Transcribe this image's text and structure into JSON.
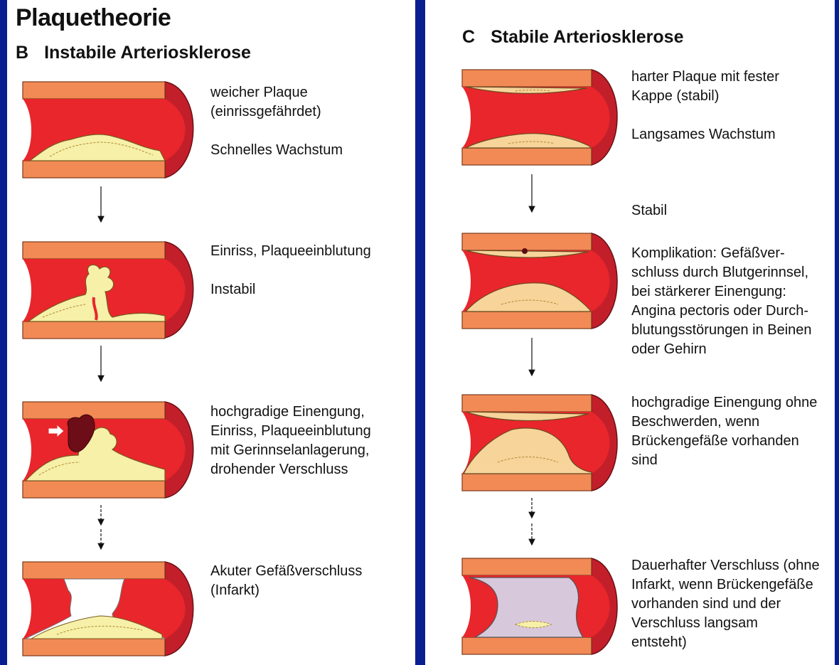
{
  "colors": {
    "background": "#0a1f8f",
    "vessel_wall": "#f28a56",
    "lumen": "#e8262b",
    "wall_end": "#c21f2a",
    "plaque": "#f6f0a8",
    "clot": "#6d0d17",
    "occlusion": "#d8c8dc"
  },
  "title": "Plaquetheorie",
  "section_b": {
    "letter": "B",
    "title": "Instabile Arteriosklerose",
    "stages": [
      {
        "lines": [
          "weicher Plaque",
          "(einrissgefährdet)",
          "",
          "Schnelles Wachstum"
        ]
      },
      {
        "lines": [
          "Einriss, Plaqueeinblutung",
          "",
          "Instabil"
        ]
      },
      {
        "lines": [
          "hochgradige Einengung,",
          "Einriss, Plaqueeinblutung",
          "mit Gerinnselanlagerung,",
          "drohender Verschluss"
        ]
      },
      {
        "lines": [
          "Akuter Gefäßverschluss",
          "(Infarkt)"
        ]
      }
    ]
  },
  "section_c": {
    "letter": "C",
    "title": "Stabile Arteriosklerose",
    "stages": [
      {
        "lines": [
          "harter Plaque mit fester",
          "Kappe (stabil)",
          "",
          "Langsames Wachstum"
        ]
      },
      {
        "lines": [
          "Stabil"
        ]
      },
      {
        "lines": [
          "Komplikation: Gefäßver-",
          "schluss durch Blutgerinnsel,",
          "bei stärkerer Einengung:",
          "Angina pectoris oder Durch-",
          "blutungsstörungen in Beinen",
          "oder Gehirn"
        ]
      },
      {
        "lines": [
          "hochgradige Einengung ohne",
          "Beschwerden, wenn",
          "Brückengefäße vorhanden",
          "sind"
        ]
      },
      {
        "lines": [
          "Dauerhafter Verschluss (ohne",
          "Infarkt, wenn Brückengefäße",
          "vorhanden sind und der",
          "Verschluss langsam",
          "entsteht)"
        ]
      }
    ]
  }
}
